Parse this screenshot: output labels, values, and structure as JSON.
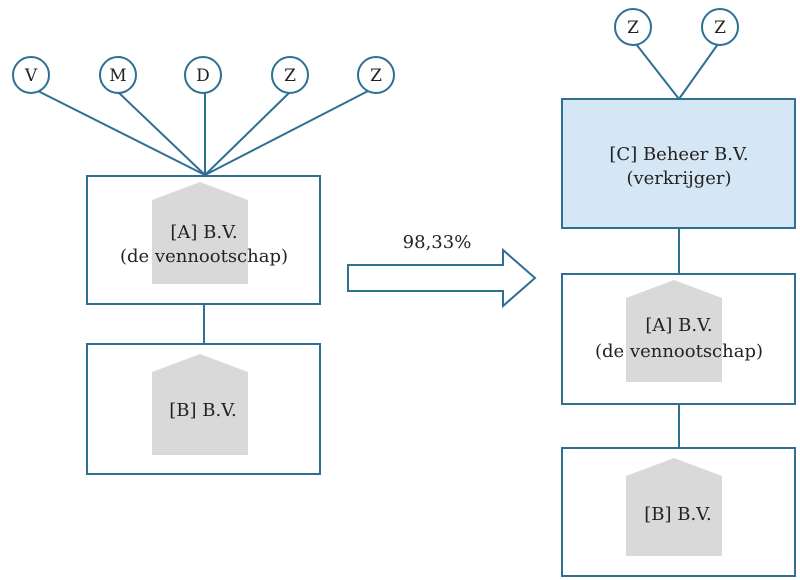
{
  "shareholders_left": [
    {
      "label": "V"
    },
    {
      "label": "M"
    },
    {
      "label": "D"
    },
    {
      "label": "Z"
    },
    {
      "label": "Z"
    }
  ],
  "shareholders_right": [
    {
      "label": "Z"
    },
    {
      "label": "Z"
    }
  ],
  "left": {
    "a_line1": "[A] B.V.",
    "a_line2": "(de vennootschap)",
    "b_label": "[B] B.V."
  },
  "right": {
    "c_line1": "[C] Beheer B.V.",
    "c_line2": "(verkrijger)",
    "a_line1": "[A] B.V.",
    "a_line2": "(de vennootschap)",
    "b_label": "[B] B.V."
  },
  "transfer": {
    "percentage": "98,33%"
  },
  "colors": {
    "stroke": "#2f6f93",
    "highlight_fill": "#d5e6f4",
    "house_fill": "#d9d9d9"
  }
}
